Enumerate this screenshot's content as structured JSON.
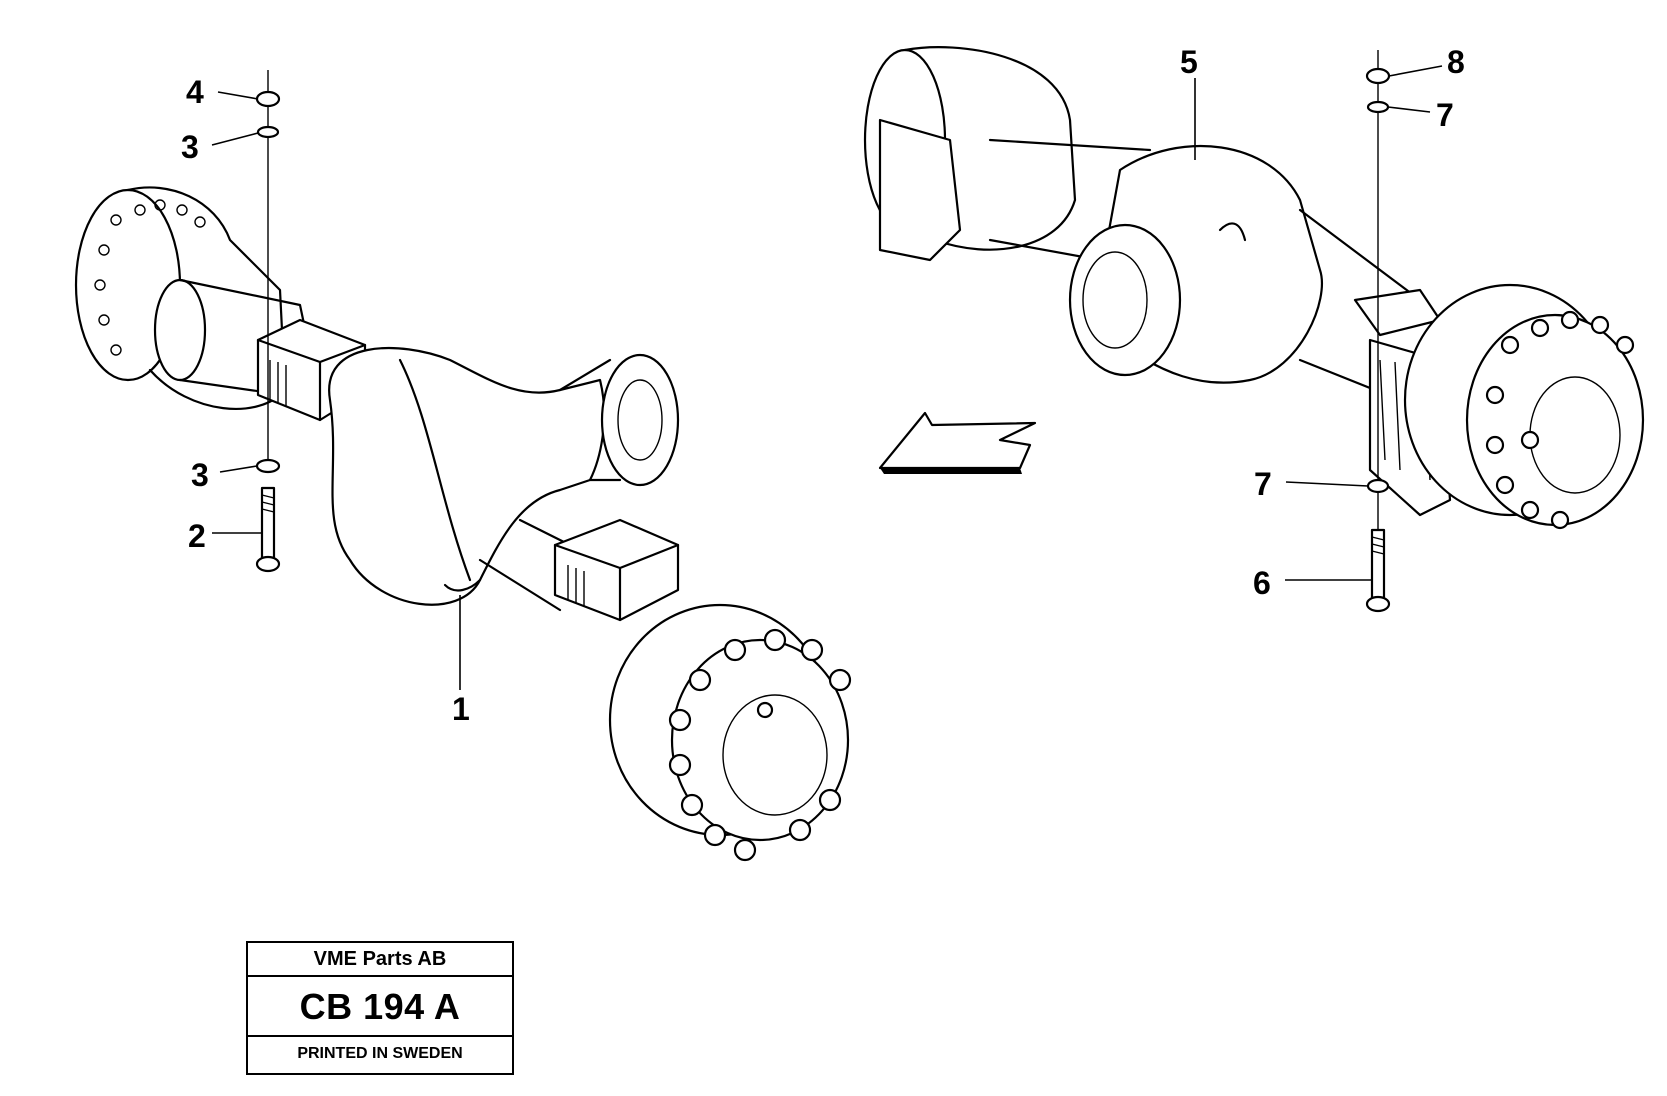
{
  "callouts": {
    "c1": "1",
    "c2": "2",
    "c3a": "3",
    "c3b": "3",
    "c4": "4",
    "c5": "5",
    "c6": "6",
    "c7a": "7",
    "c7b": "7",
    "c8": "8"
  },
  "title_block": {
    "company": "VME Parts AB",
    "code": "CB 194 A",
    "printed": "PRINTED IN SWEDEN"
  },
  "icons": {
    "direction": "forward-arrow-icon"
  },
  "colors": {
    "ink": "#000000",
    "paper": "#ffffff"
  }
}
